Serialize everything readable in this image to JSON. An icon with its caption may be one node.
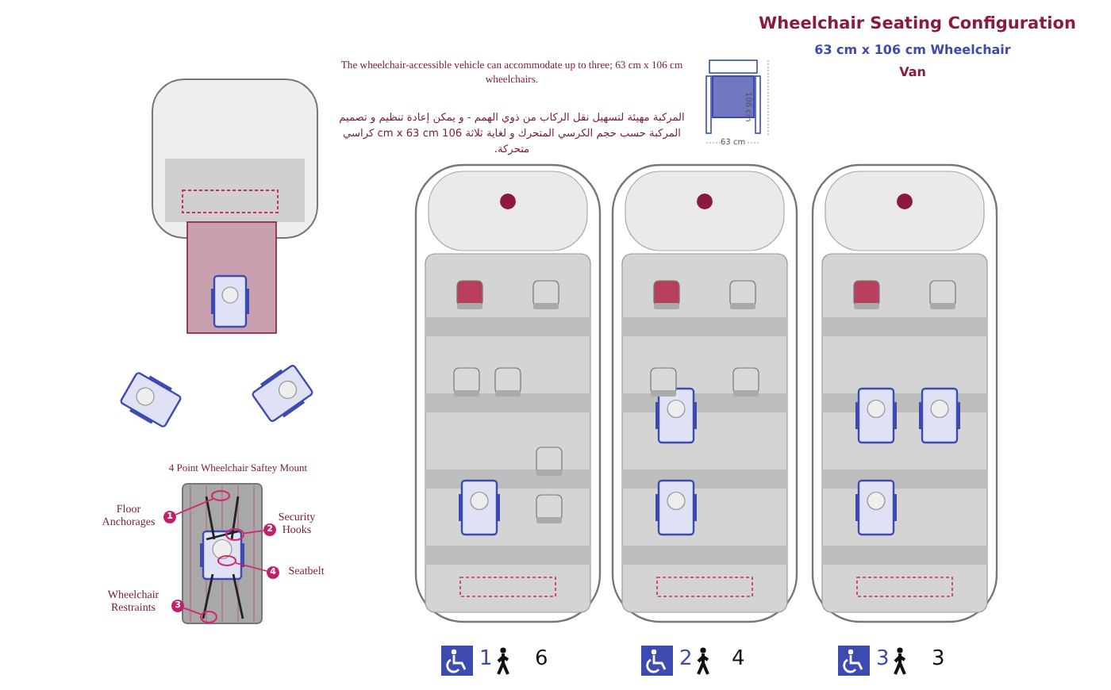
{
  "diagram": {
    "title": "Wheelchair Seating Configuration",
    "nodes": [
      {
        "text": [
          "Floor Anchorages",
          "1"
        ]
      },
      {
        "text": [
          "2",
          "Security Hooks"
        ]
      },
      {
        "text": [
          "4",
          "Seatbelt"
        ]
      },
      {
        "text": [
          "Wheelchair Restraints",
          "3"
        ]
      },
      {
        "text": [],
        "shape": "circle"
      },
      {
        "text": [],
        "shape": "circle"
      },
      {
        "text": [],
        "shape": "circle"
      },
      {
        "text": [],
        "shape": "circle"
      }
    ],
    "edges": [
      {
        "from": 0,
        "to": 4,
        "arrow": "none"
      },
      {
        "from": 1,
        "to": 5,
        "arrow": "none"
      },
      {
        "from": 2,
        "to": 6,
        "arrow": "none"
      },
      {
        "from": 3,
        "to": 7,
        "arrow": "none"
      }
    ],
    "labels": [
      "63 cm x 106 cm Wheelchair",
      "Van",
      "The wheelchair-accessible vehicle can accommodate up to three; 63 cm x 106 cm wheelchairs.",
      "المركبة مهيئة لتسهيل نقل الركاب من ذوي الهمم - و يمكن إعادة تنظيم و تصميم المركبة حسب حجم الكرسي المتحرك و لغاية ثلاثة 106 cm x 63 cm كراسي متحركة.",
      "106 cm",
      "63 cm",
      "4 Point Wheelchair Saftey Mount",
      "1",
      "6",
      "2",
      "4",
      "3",
      "3"
    ]
  }
}
